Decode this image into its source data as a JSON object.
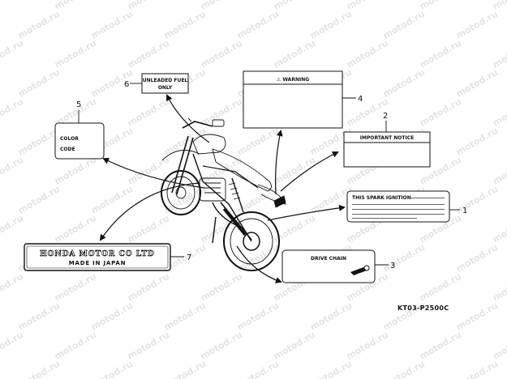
{
  "watermark": {
    "text": "motod.ru"
  },
  "labels": {
    "l1": {
      "number": "1",
      "title": "THIS SPARK IGNITION"
    },
    "l2": {
      "number": "2",
      "title": "IMPORTANT NOTICE"
    },
    "l3": {
      "number": "3",
      "title": "DRIVE CHAIN"
    },
    "l4": {
      "number": "4",
      "title": "⚠ WARNING"
    },
    "l5": {
      "number": "5",
      "line1": "COLOR",
      "line2": "CODE"
    },
    "l6": {
      "number": "6",
      "line1": "UNLEADED FUEL",
      "line2": "ONLY"
    },
    "l7": {
      "number": "7",
      "line1": "HONDA MOTOR CO LTD",
      "line2": "MADE IN JAPAN"
    }
  },
  "reference_code": "KT03-P2500C",
  "colors": {
    "ink": "#111111",
    "watermark": "#e4e4e4",
    "background": "#ffffff"
  }
}
